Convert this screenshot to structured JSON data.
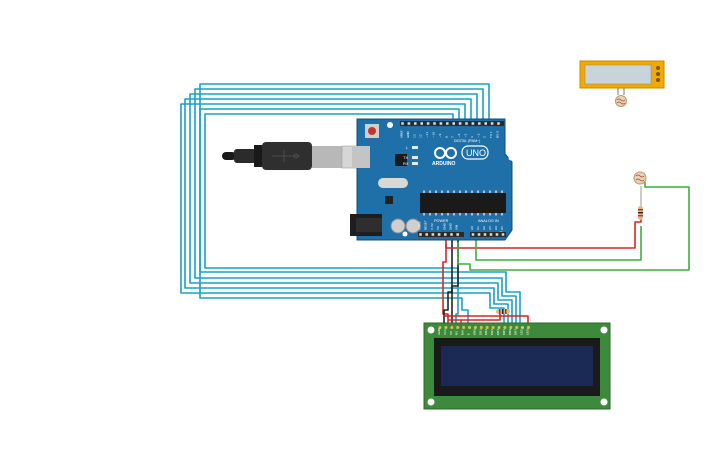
{
  "colors": {
    "background": "#ffffff",
    "wire_blue": "#1aa0c8",
    "wire_red": "#d42626",
    "wire_green": "#3fae3f",
    "wire_black": "#222222",
    "board": "#1f6fa8",
    "board_edge": "#124d78",
    "lcd_pcb": "#3d8a3d",
    "lcd_screen": "#1b2a55",
    "sensor_body": "#f2a900",
    "sensor_screen": "#c9d3da"
  },
  "icons": {
    "usb": "usb-cable-icon",
    "ldr": "photoresistor-icon",
    "resistor": "resistor-icon",
    "lcd": "lcd-16x2-icon",
    "board": "arduino-uno-icon",
    "sensor": "display-sensor-icon"
  },
  "board": {
    "name": "UNO",
    "brand": "ARDUINO",
    "header_digital": "DIGITAL (PWM~)",
    "header_power": "POWER",
    "header_analog": "ANALOG IN",
    "label_l": "L",
    "label_tx": "TX",
    "label_rx": "RX",
    "digital_pins": [
      "AREF",
      "GND",
      "13",
      "12",
      "~11",
      "~10",
      "~9",
      "8",
      "7",
      "~6",
      "~5",
      "4",
      "~3",
      "2",
      "TX 1",
      "RX 0"
    ],
    "power_pins": [
      "IOREF",
      "RESET",
      "3.3V",
      "5V",
      "GND",
      "GND",
      "VIN"
    ],
    "analog_pins": [
      "A0",
      "A1",
      "A2",
      "A3",
      "A4",
      "A5"
    ]
  },
  "lcd": {
    "pins": [
      "GND",
      "VCC",
      "V0",
      "RS",
      "RW",
      "E",
      "DB0",
      "DB1",
      "DB2",
      "DB3",
      "DB4",
      "DB5",
      "DB6",
      "DB7",
      "LED+",
      "LED-"
    ]
  }
}
